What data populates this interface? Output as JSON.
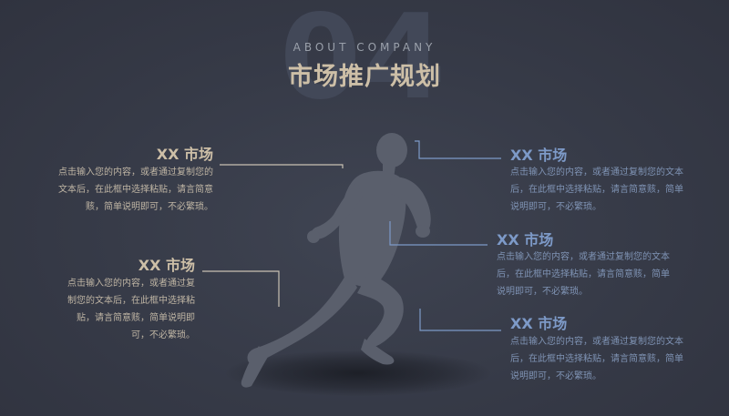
{
  "background_number": "04",
  "subtitle": "ABOUT  COMPANY",
  "title": "市场推广规划",
  "colors": {
    "background": "#363a47",
    "gold": "#cdbfa7",
    "blue": "#7d9ac8",
    "runner": "#5a5f6c"
  },
  "runner_image": "running-man-silhouette",
  "items": [
    {
      "heading": "XX 市场",
      "lines": [
        "点击输入您的内容，或者通过复制您的",
        "文本后，在此框中选择粘贴，请言简意",
        "赅，简单说明即可，不必繁琐。"
      ]
    },
    {
      "heading": "XX 市场",
      "lines": [
        "点击输入您的内容，或者通过复",
        "制您的文本后，在此框中选择粘",
        "贴，请言简意赅，简单说明即",
        "可，不必繁琐。"
      ]
    },
    {
      "heading": "XX 市场",
      "lines": [
        "点击输入您的内容，或者通过复制您的文本",
        "后，在此框中选择粘贴，请言简意赅，简单",
        "说明即可，不必繁琐。"
      ]
    },
    {
      "heading": "XX 市场",
      "lines": [
        "点击输入您的内容，或者通过复制您的文本",
        "后，在此框中选择粘贴，请言简意赅，简单",
        "说明即可，不必繁琐。"
      ]
    },
    {
      "heading": "XX 市场",
      "lines": [
        "点击输入您的内容，或者通过复制您的文本",
        "后，在此框中选择粘贴，请言简意赅，简单",
        "说明即可，不必繁琐。"
      ]
    }
  ]
}
